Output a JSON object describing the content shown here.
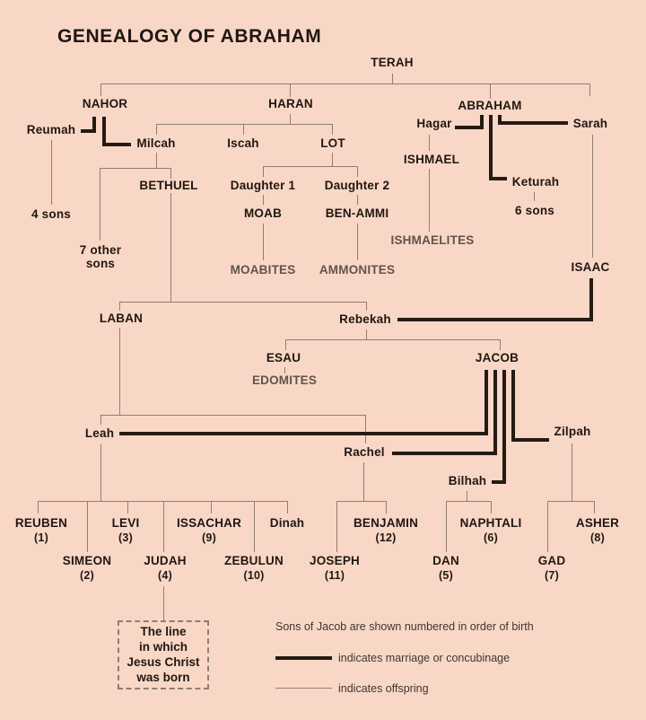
{
  "title": "GENEALOGY OF ABRAHAM",
  "people": {
    "terah": "TERAH",
    "nahor": "NAHOR",
    "haran": "HARAN",
    "abraham": "ABRAHAM",
    "sarah": "Sarah",
    "reumah": "Reumah",
    "milcah": "Milcah",
    "iscah": "Iscah",
    "lot": "LOT",
    "hagar": "Hagar",
    "keturah": "Keturah",
    "ishmael": "ISHMAEL",
    "four_sons": "4 sons",
    "six_sons": "6 sons",
    "seven_other_sons": "7 other\nsons",
    "bethuel": "BETHUEL",
    "daughter1": "Daughter 1",
    "daughter2": "Daughter 2",
    "moab": "MOAB",
    "ben_ammi": "BEN-AMMI",
    "moabites": "MOABITES",
    "ammonites": "AMMONITES",
    "ishmaelites": "ISHMAELITES",
    "isaac": "ISAAC",
    "laban": "LABAN",
    "rebekah": "Rebekah",
    "esau": "ESAU",
    "edomites": "EDOMITES",
    "jacob": "JACOB",
    "leah": "Leah",
    "rachel": "Rachel",
    "bilhah": "Bilhah",
    "zilpah": "Zilpah"
  },
  "jacobs_children": {
    "reuben": {
      "label": "REUBEN",
      "order": "(1)"
    },
    "simeon": {
      "label": "SIMEON",
      "order": "(2)"
    },
    "levi": {
      "label": "LEVI",
      "order": "(3)"
    },
    "judah": {
      "label": "JUDAH",
      "order": "(4)"
    },
    "dan": {
      "label": "DAN",
      "order": "(5)"
    },
    "naphtali": {
      "label": "NAPHTALI",
      "order": "(6)"
    },
    "gad": {
      "label": "GAD",
      "order": "(7)"
    },
    "asher": {
      "label": "ASHER",
      "order": "(8)"
    },
    "issachar": {
      "label": "ISSACHAR",
      "order": "(9)"
    },
    "zebulun": {
      "label": "ZEBULUN",
      "order": "(10)"
    },
    "joseph": {
      "label": "JOSEPH",
      "order": "(11)"
    },
    "benjamin": {
      "label": "BENJAMIN",
      "order": "(12)"
    },
    "dinah": {
      "label": "Dinah"
    }
  },
  "annotation_box": "The line\nin which\nJesus Christ\nwas born",
  "legend": {
    "note": "Sons of Jacob are shown numbered in order of birth",
    "marriage": "indicates marriage or concubinage",
    "offspring": "indicates offspring"
  },
  "colors": {
    "background": "#f9d7c7",
    "ink": "#201711",
    "muted_ink": "#60544a",
    "offspring_line": "#8e7e73",
    "marriage_line": "#241b13"
  }
}
